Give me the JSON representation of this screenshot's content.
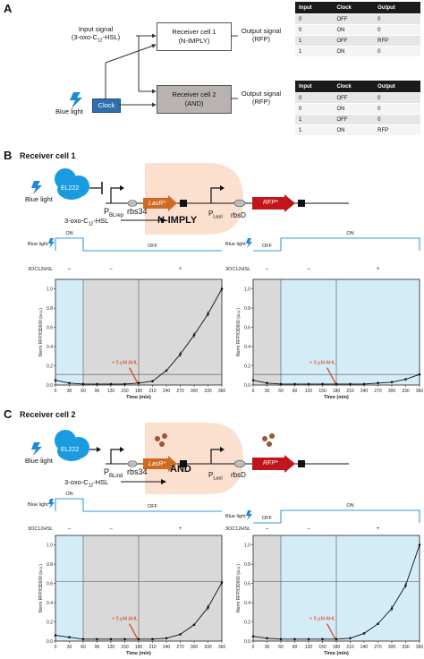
{
  "panel_a": {
    "letter": "A",
    "input_signal_line1": "Input signal",
    "input_signal_line2": "(3-oxo-C",
    "input_signal_sub": "12",
    "input_signal_line2b": "-HSL)",
    "blue_light": "Blue light",
    "clock": "Clock",
    "receiver1_line1": "Receiver cell 1",
    "receiver1_line2": "(N-IMPLY)",
    "receiver2_line1": "Receiver cell 2",
    "receiver2_line2": "(AND)",
    "output1_line1": "Output signal",
    "output1_line2": "(RFP)",
    "output2_line1": "Output signal",
    "output2_line2": "(RFP)",
    "table1": {
      "headers": [
        "Input",
        "Clock",
        "Output"
      ],
      "rows": [
        [
          "0",
          "OFF",
          "0"
        ],
        [
          "0",
          "ON",
          "0"
        ],
        [
          "1",
          "OFF",
          "RFP"
        ],
        [
          "1",
          "ON",
          "0"
        ]
      ]
    },
    "table2": {
      "headers": [
        "Input",
        "Clock",
        "Output"
      ],
      "rows": [
        [
          "0",
          "OFF",
          "0"
        ],
        [
          "0",
          "ON",
          "0"
        ],
        [
          "1",
          "OFF",
          "0"
        ],
        [
          "1",
          "ON",
          "RFP"
        ]
      ]
    }
  },
  "panel_b": {
    "letter": "B",
    "title": "Receiver cell 1",
    "el222": "EL222",
    "blue_light": "Blue light",
    "promoter1": "P",
    "promoter1_sub": "BLrep",
    "rbs1": "rbs34",
    "gene1": "LasR*",
    "gate": "N-IMPLY",
    "promoter2": "P",
    "promoter2_sub": "LasI",
    "rbs2": "rbsD",
    "gene2": "RFP*",
    "hsl_label": "3-oxo-C",
    "hsl_sub": "12",
    "hsl_label_b": "-HSL"
  },
  "panel_c": {
    "letter": "C",
    "title": "Receiver cell 2",
    "el222": "EL222",
    "blue_light": "Blue light",
    "promoter1": "P",
    "promoter1_sub": "BLind",
    "rbs1": "rbs34",
    "gene1": "LasR*",
    "gate": "AND",
    "promoter2": "P",
    "promoter2_sub": "LasI",
    "rbs2": "rbsD",
    "gene2": "RFP*",
    "hsl_label": "3-oxo-C",
    "hsl_sub": "12",
    "hsl_label_b": "-HSL"
  },
  "plot_labels": {
    "blue_light": "Blue light",
    "on": "ON",
    "off": "OFF",
    "hsl_row": "3OC12HSL",
    "minus": "–",
    "plus": "+",
    "ahl_annotation": "+ 5 μM AHL",
    "xlabel": "Time (min)",
    "ylabel": "Norm RFP/OD600 (a.u.)"
  },
  "chart_data": [
    {
      "type": "line",
      "panel": "B-left",
      "xlabel": "Time (min)",
      "ylabel": "Norm RFP/OD600 (a.u.)",
      "xlim": [
        0,
        360
      ],
      "ylim": [
        0,
        1.1
      ],
      "xticks": [
        0,
        30,
        60,
        90,
        120,
        150,
        180,
        210,
        240,
        270,
        300,
        330,
        360
      ],
      "yticks": [
        0.0,
        0.2,
        0.4,
        0.6,
        0.8,
        1.0
      ],
      "light": "on-then-off",
      "ahl_time": 180,
      "threshold": 0.11,
      "x": [
        0,
        30,
        60,
        90,
        120,
        150,
        180,
        210,
        240,
        270,
        300,
        330,
        360
      ],
      "y": [
        0.05,
        0.02,
        0.01,
        0.01,
        0.01,
        0.01,
        0.02,
        0.04,
        0.15,
        0.32,
        0.52,
        0.74,
        1.0
      ]
    },
    {
      "type": "line",
      "panel": "B-right",
      "xlabel": "Time (min)",
      "ylabel": "Norm RFP/OD600 (a.u.)",
      "xlim": [
        0,
        360
      ],
      "ylim": [
        0,
        1.1
      ],
      "xticks": [
        0,
        30,
        60,
        90,
        120,
        150,
        180,
        210,
        240,
        270,
        300,
        330,
        360
      ],
      "yticks": [
        0.0,
        0.2,
        0.4,
        0.6,
        0.8,
        1.0
      ],
      "light": "off-then-on",
      "ahl_time": 180,
      "threshold": 0.11,
      "x": [
        0,
        30,
        60,
        90,
        120,
        150,
        180,
        210,
        240,
        270,
        300,
        330,
        360
      ],
      "y": [
        0.05,
        0.02,
        0.01,
        0.01,
        0.01,
        0.01,
        0.01,
        0.01,
        0.01,
        0.02,
        0.03,
        0.06,
        0.11
      ]
    },
    {
      "type": "line",
      "panel": "C-left",
      "xlabel": "Time (min)",
      "ylabel": "Norm RFP/OD600 (a.u.)",
      "xlim": [
        0,
        360
      ],
      "ylim": [
        0,
        1.1
      ],
      "xticks": [
        0,
        30,
        60,
        90,
        120,
        150,
        180,
        210,
        240,
        270,
        300,
        330,
        360
      ],
      "yticks": [
        0.0,
        0.2,
        0.4,
        0.6,
        0.8,
        1.0
      ],
      "light": "on-then-off",
      "ahl_time": 180,
      "threshold": 0.62,
      "x": [
        0,
        30,
        60,
        90,
        120,
        150,
        180,
        210,
        240,
        270,
        300,
        330,
        360
      ],
      "y": [
        0.06,
        0.04,
        0.02,
        0.02,
        0.02,
        0.02,
        0.02,
        0.02,
        0.03,
        0.07,
        0.17,
        0.35,
        0.61
      ]
    },
    {
      "type": "line",
      "panel": "C-right",
      "xlabel": "Time (min)",
      "ylabel": "Norm RFP/OD600 (a.u.)",
      "xlim": [
        0,
        360
      ],
      "ylim": [
        0,
        1.1
      ],
      "xticks": [
        0,
        30,
        60,
        90,
        120,
        150,
        180,
        210,
        240,
        270,
        300,
        330,
        360
      ],
      "yticks": [
        0.0,
        0.2,
        0.4,
        0.6,
        0.8,
        1.0
      ],
      "light": "off-then-on",
      "ahl_time": 180,
      "threshold": 0.62,
      "x": [
        0,
        30,
        60,
        90,
        120,
        150,
        180,
        210,
        240,
        270,
        300,
        330,
        360
      ],
      "y": [
        0.05,
        0.03,
        0.02,
        0.02,
        0.02,
        0.02,
        0.02,
        0.03,
        0.08,
        0.18,
        0.34,
        0.58,
        1.0
      ]
    }
  ],
  "colors": {
    "light_blue": "#d4ecf8",
    "gray": "#d9d9d9",
    "clock_blue": "#2e6fad",
    "box2_gray": "#b8b3b0",
    "cell_peach": "#fbe0cf",
    "lasr_orange": "#cf6a22",
    "rfp_red": "#c0151a",
    "el222_blue": "#1a9be0",
    "ahl_arrow": "#d93a12",
    "ahl_dots": "#9a5535"
  }
}
